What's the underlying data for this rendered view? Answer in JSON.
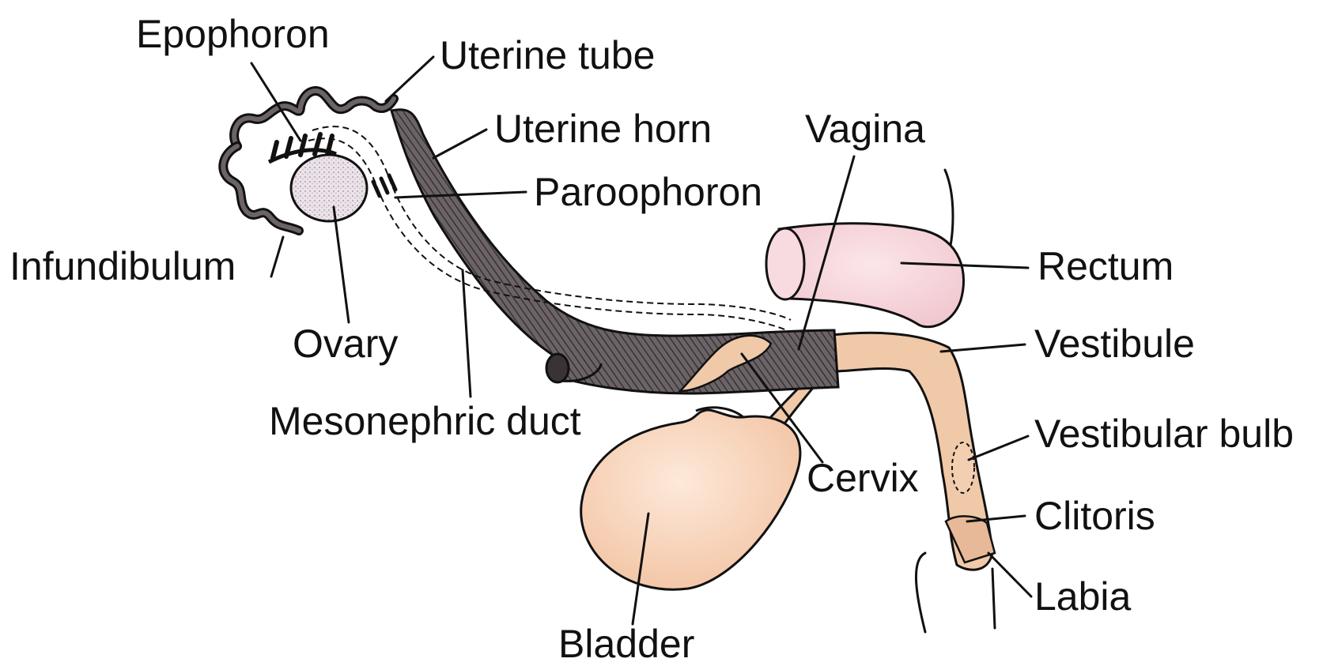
{
  "labels": {
    "epophoron": "Epophoron",
    "uterine_tube": "Uterine tube",
    "uterine_horn": "Uterine horn",
    "vagina": "Vagina",
    "paroophoron": "Paroophoron",
    "infundibulum": "Infundibulum",
    "rectum": "Rectum",
    "ovary": "Ovary",
    "vestibule": "Vestibule",
    "mesonephric_duct": "Mesonephric duct",
    "vestibular_bulb": "Vestibular bulb",
    "cervix": "Cervix",
    "clitoris": "Clitoris",
    "labia": "Labia",
    "bladder": "Bladder"
  },
  "colors": {
    "uterus": "#5a5255",
    "ovary": "#e6dbe4",
    "rectum": "#f3cfd6",
    "vestibule": "#f0c9a8",
    "bladder": "#f7d2b6",
    "outline": "#111111"
  }
}
